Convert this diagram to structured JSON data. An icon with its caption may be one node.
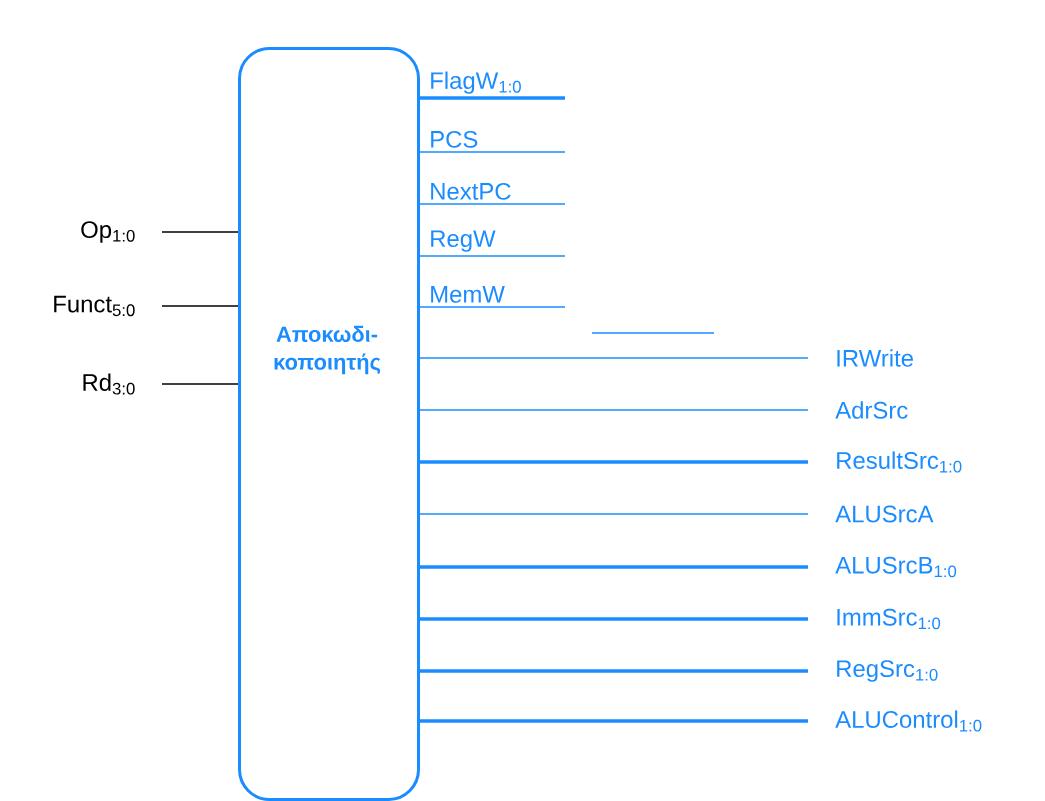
{
  "diagram": {
    "nodes": [
      {
        "text": [
          "Αποκωδι- κοποιητής"
        ]
      },
      {
        "text": [
          "Op$_{1:0}$"
        ]
      },
      {
        "text": [
          "Funct$_{5:0}$"
        ]
      },
      {
        "text": [
          "Rd$_{3:0}$"
        ]
      },
      {
        "text": [
          "IRWrite"
        ]
      },
      {
        "text": [
          "AdrSrc"
        ]
      },
      {
        "text": [
          "ResultSrc$_{1:0}$"
        ]
      },
      {
        "text": [
          "ALUSrcA"
        ]
      },
      {
        "text": [
          "ALUSrcB$_{1:0}$"
        ]
      },
      {
        "text": [
          "ImmSrc$_{1:0}$"
        ]
      },
      {
        "text": [
          "RegSrc$_{1:0}$"
        ]
      },
      {
        "text": [
          "ALUControl$_{1:0}$"
        ]
      }
    ],
    "edges": [
      {
        "from": 1,
        "to": 0,
        "arrow": "none",
        "color": "#000000"
      },
      {
        "from": 2,
        "to": 0,
        "arrow": "none",
        "color": "#000000"
      },
      {
        "from": 3,
        "to": 0,
        "arrow": "none",
        "color": "#000000"
      },
      {
        "from": 0,
        "to": null,
        "arrow": "none",
        "label": "FlagW$_{1:0}$",
        "style": "thick"
      },
      {
        "from": 0,
        "to": null,
        "arrow": "none",
        "label": "PCS"
      },
      {
        "from": 0,
        "to": null,
        "arrow": "none",
        "label": "NextPC"
      },
      {
        "from": 0,
        "to": null,
        "arrow": "none",
        "label": "RegW"
      },
      {
        "from": 0,
        "to": null,
        "arrow": "none",
        "label": "MemW"
      },
      {
        "from": 0,
        "to": 4,
        "arrow": "none"
      },
      {
        "from": 0,
        "to": 5,
        "arrow": "none"
      },
      {
        "from": 0,
        "to": 6,
        "arrow": "none",
        "style": "thick"
      },
      {
        "from": 0,
        "to": 7,
        "arrow": "none"
      },
      {
        "from": 0,
        "to": 8,
        "arrow": "none",
        "style": "thick"
      },
      {
        "from": 0,
        "to": 9,
        "arrow": "none",
        "style": "thick"
      },
      {
        "from": 0,
        "to": 10,
        "arrow": "none",
        "style": "thick"
      },
      {
        "from": 0,
        "to": 11,
        "arrow": "none",
        "style": "thick"
      }
    ]
  }
}
